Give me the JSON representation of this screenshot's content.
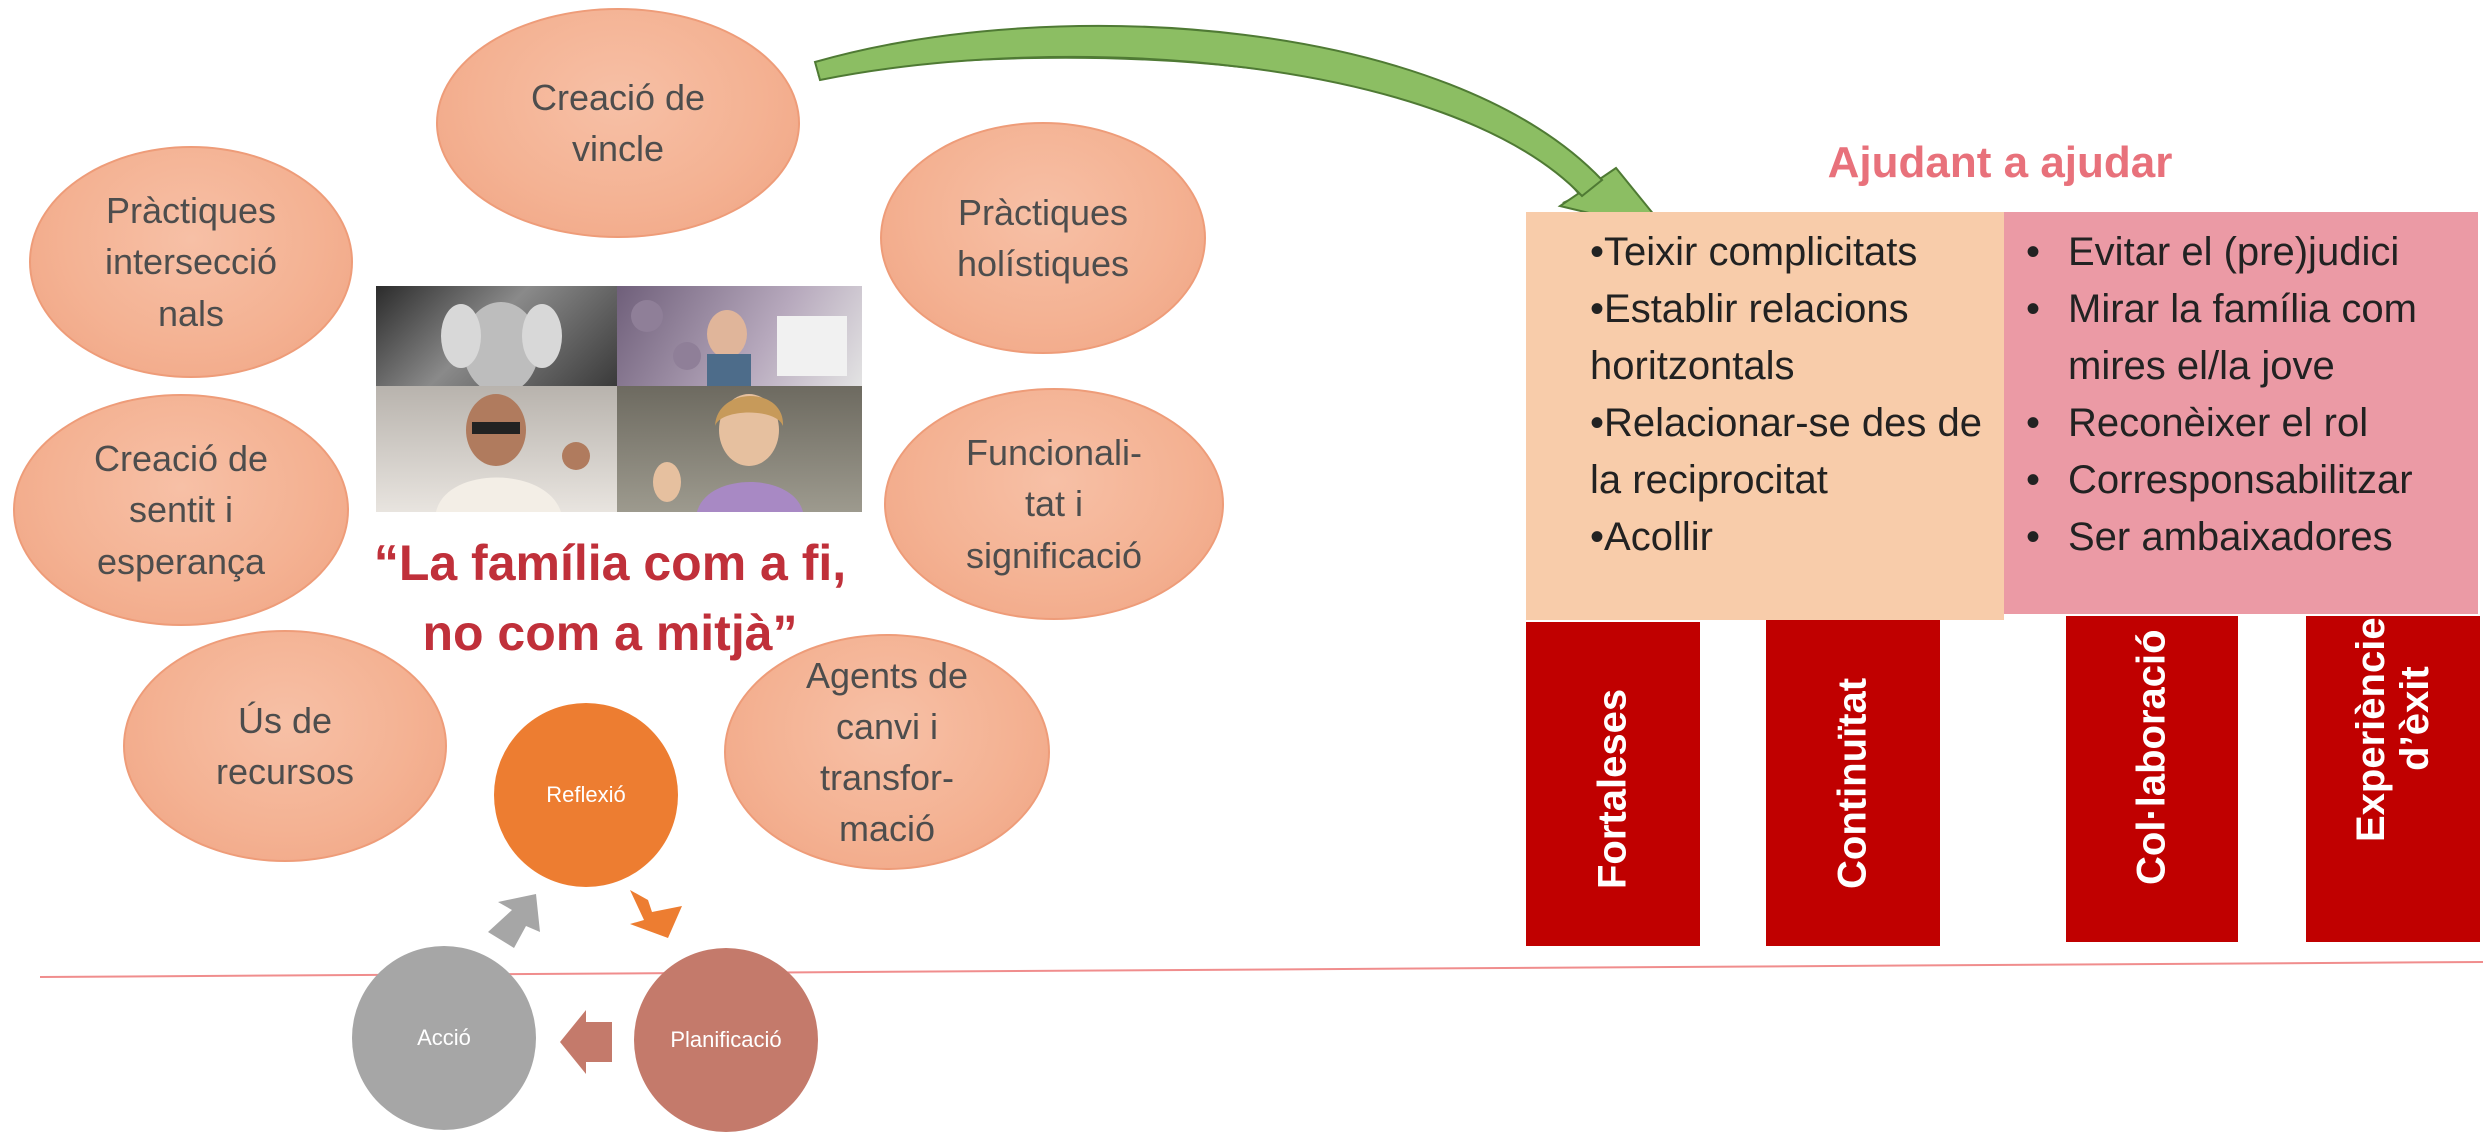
{
  "bubbles": [
    "Creació de\nvincle",
    "Pràctiques\nintersecció\nnals",
    "Pràctiques\nholístiques",
    "Creació de\nsentit i\nesperança",
    "Funcionali-\ntat i\nsignificació",
    "Ús de\nrecursos",
    "Agents de\ncanvi i\ntransfor-\nmació"
  ],
  "quote": "“La família com a fi,\nno com a mitjà”",
  "cycle": {
    "reflect": "Reflexió",
    "plan": "Planificació",
    "action": "Acció"
  },
  "panel": {
    "title": "Ajudant a ajudar",
    "left_items": [
      "Teixir complicitats",
      "Establir relacions horitzontals",
      "Relacionar-se des de la reciprocitat",
      "Acollir"
    ],
    "right_items": [
      "Evitar el (pre)judici",
      "Mirar la família com mires el/la jove",
      "Reconèixer el rol",
      "Corresponsabilitzar",
      "Ser ambaixadores"
    ]
  },
  "pillars": [
    "Fortaleses",
    "Continuïtat",
    "Col·laboració",
    "Experiències\nd’èxit"
  ],
  "colors": {
    "bubble": "#f4b293",
    "quote": "#c0303a",
    "reflect": "#ed7d31",
    "plan": "#c47a6b",
    "action": "#a6a6a6",
    "pillar": "#c00000",
    "panel_title": "#e8717b"
  }
}
